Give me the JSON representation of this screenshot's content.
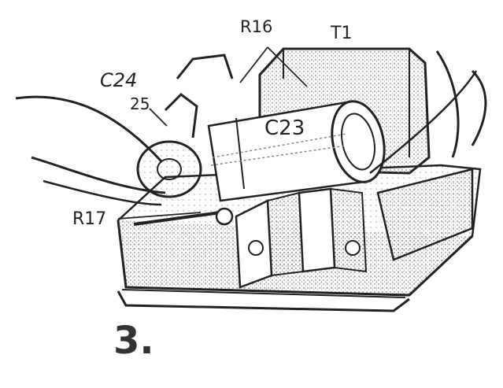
{
  "figure_number": "3.",
  "labels": {
    "r16": "R16",
    "t1": "T1",
    "c24": "C24",
    "c24_pin": "25",
    "c23": "C23",
    "r17": "R17"
  },
  "colors": {
    "ink": "#222222",
    "paper": "#ffffff",
    "stipple": "#555555"
  }
}
